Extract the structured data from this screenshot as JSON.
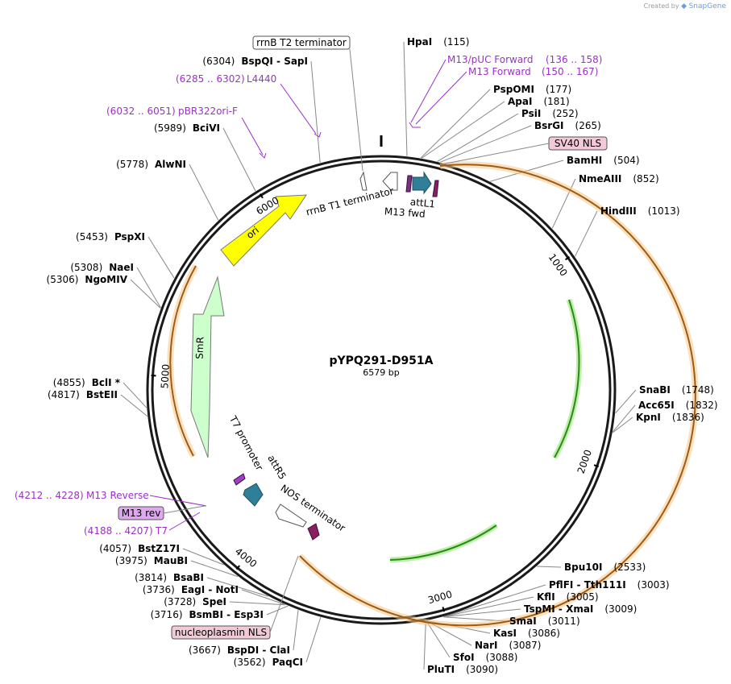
{
  "credit": {
    "created_by": "Created by",
    "brand": "SnapGene"
  },
  "map": {
    "name": "pYPQ291-D951A",
    "length": "6579 bp",
    "total_bp": 6579,
    "tick_labels": [
      "1000",
      "2000",
      "3000",
      "4000",
      "5000",
      "6000"
    ],
    "sites": [
      {
        "name": "HpaI",
        "pos": 115,
        "label": "(115)"
      },
      {
        "name": "PspOMI",
        "pos": 177,
        "label": "(177)"
      },
      {
        "name": "ApaI",
        "pos": 181,
        "label": "(181)"
      },
      {
        "name": "PsiI",
        "pos": 252,
        "label": "(252)"
      },
      {
        "name": "BsrGI",
        "pos": 265,
        "label": "(265)"
      },
      {
        "name": "BamHI",
        "pos": 504,
        "label": "(504)"
      },
      {
        "name": "NmeAIII",
        "pos": 852,
        "label": "(852)"
      },
      {
        "name": "HindIII",
        "pos": 1013,
        "label": "(1013)"
      },
      {
        "name": "SnaBI",
        "pos": 1748,
        "label": "(1748)"
      },
      {
        "name": "Acc65I",
        "pos": 1832,
        "label": "(1832)"
      },
      {
        "name": "KpnI",
        "pos": 1836,
        "label": "(1836)"
      },
      {
        "name": "Bpu10I",
        "pos": 2533,
        "label": "(2533)"
      },
      {
        "name": "PflFI - Tth111I",
        "pos": 3003,
        "label": "(3003)"
      },
      {
        "name": "KflI",
        "pos": 3005,
        "label": "(3005)"
      },
      {
        "name": "TspMI - XmaI",
        "pos": 3009,
        "label": "(3009)"
      },
      {
        "name": "SmaI",
        "pos": 3011,
        "label": "(3011)"
      },
      {
        "name": "KasI",
        "pos": 3086,
        "label": "(3086)"
      },
      {
        "name": "NarI",
        "pos": 3087,
        "label": "(3087)"
      },
      {
        "name": "SfoI",
        "pos": 3088,
        "label": "(3088)"
      },
      {
        "name": "PluTI",
        "pos": 3090,
        "label": "(3090)"
      },
      {
        "name": "PaqCI",
        "pos": 3562,
        "label": "(3562)"
      },
      {
        "name": "BspDI - ClaI",
        "pos": 3667,
        "label": "(3667)"
      },
      {
        "name": "BsmBI - Esp3I",
        "pos": 3716,
        "label": "(3716)"
      },
      {
        "name": "SpeI",
        "pos": 3728,
        "label": "(3728)"
      },
      {
        "name": "EagI - NotI",
        "pos": 3736,
        "label": "(3736)"
      },
      {
        "name": "BsaBI",
        "pos": 3814,
        "label": "(3814)"
      },
      {
        "name": "MauBI",
        "pos": 3975,
        "label": "(3975)"
      },
      {
        "name": "BstZ17I",
        "pos": 4057,
        "label": "(4057)"
      },
      {
        "name": "BstEII",
        "pos": 4817,
        "label": "(4817)"
      },
      {
        "name": "BclI *",
        "pos": 4855,
        "label": "(4855)"
      },
      {
        "name": "NgoMIV",
        "pos": 5306,
        "label": "(5306)"
      },
      {
        "name": "NaeI",
        "pos": 5308,
        "label": "(5308)"
      },
      {
        "name": "PspXI",
        "pos": 5453,
        "label": "(5453)"
      },
      {
        "name": "AlwNI",
        "pos": 5778,
        "label": "(5778)"
      },
      {
        "name": "BciVI",
        "pos": 5989,
        "label": "(5989)"
      },
      {
        "name": "BspQI - SapI",
        "pos": 6304,
        "label": "(6304)"
      }
    ],
    "primers": [
      {
        "name": "M13/pUC Forward",
        "range": "(136 .. 158)"
      },
      {
        "name": "M13 Forward",
        "range": "(150 .. 167)"
      },
      {
        "name": "L4440",
        "range": "(6285 .. 6302)"
      },
      {
        "name": "pBR322ori-F",
        "range": "(6032 .. 6051)"
      },
      {
        "name": "M13 Reverse",
        "range": "(4212 .. 4228)"
      },
      {
        "name": "T7",
        "range": "(4188 .. 4207)"
      }
    ],
    "boxed_labels": {
      "rrnb_t2": "rrnB T2 terminator",
      "sv40": "SV40 NLS",
      "m13rev": "M13 rev",
      "nucleoplasmin": "nucleoplasmin NLS"
    },
    "features": {
      "ori": "ori",
      "smr": "SmR",
      "rrnb_t1": "rrnB T1 terminator",
      "attl1": "attL1",
      "m13fwd": "M13 fwd",
      "t7promoter": "T7 promoter",
      "attr5": "attR5",
      "nos": "NOS terminator"
    },
    "colors": {
      "ori": "#ffff00",
      "smr": "#ccffcc",
      "att": "#2f7f99",
      "primer_bind": "#8b2060",
      "orange_track": "#f0a030",
      "green_track": "#33aa33",
      "primer_text": "#9b30c8",
      "sv40_box": "#f2c9d9",
      "m13rev_box": "#dda8ee"
    }
  }
}
